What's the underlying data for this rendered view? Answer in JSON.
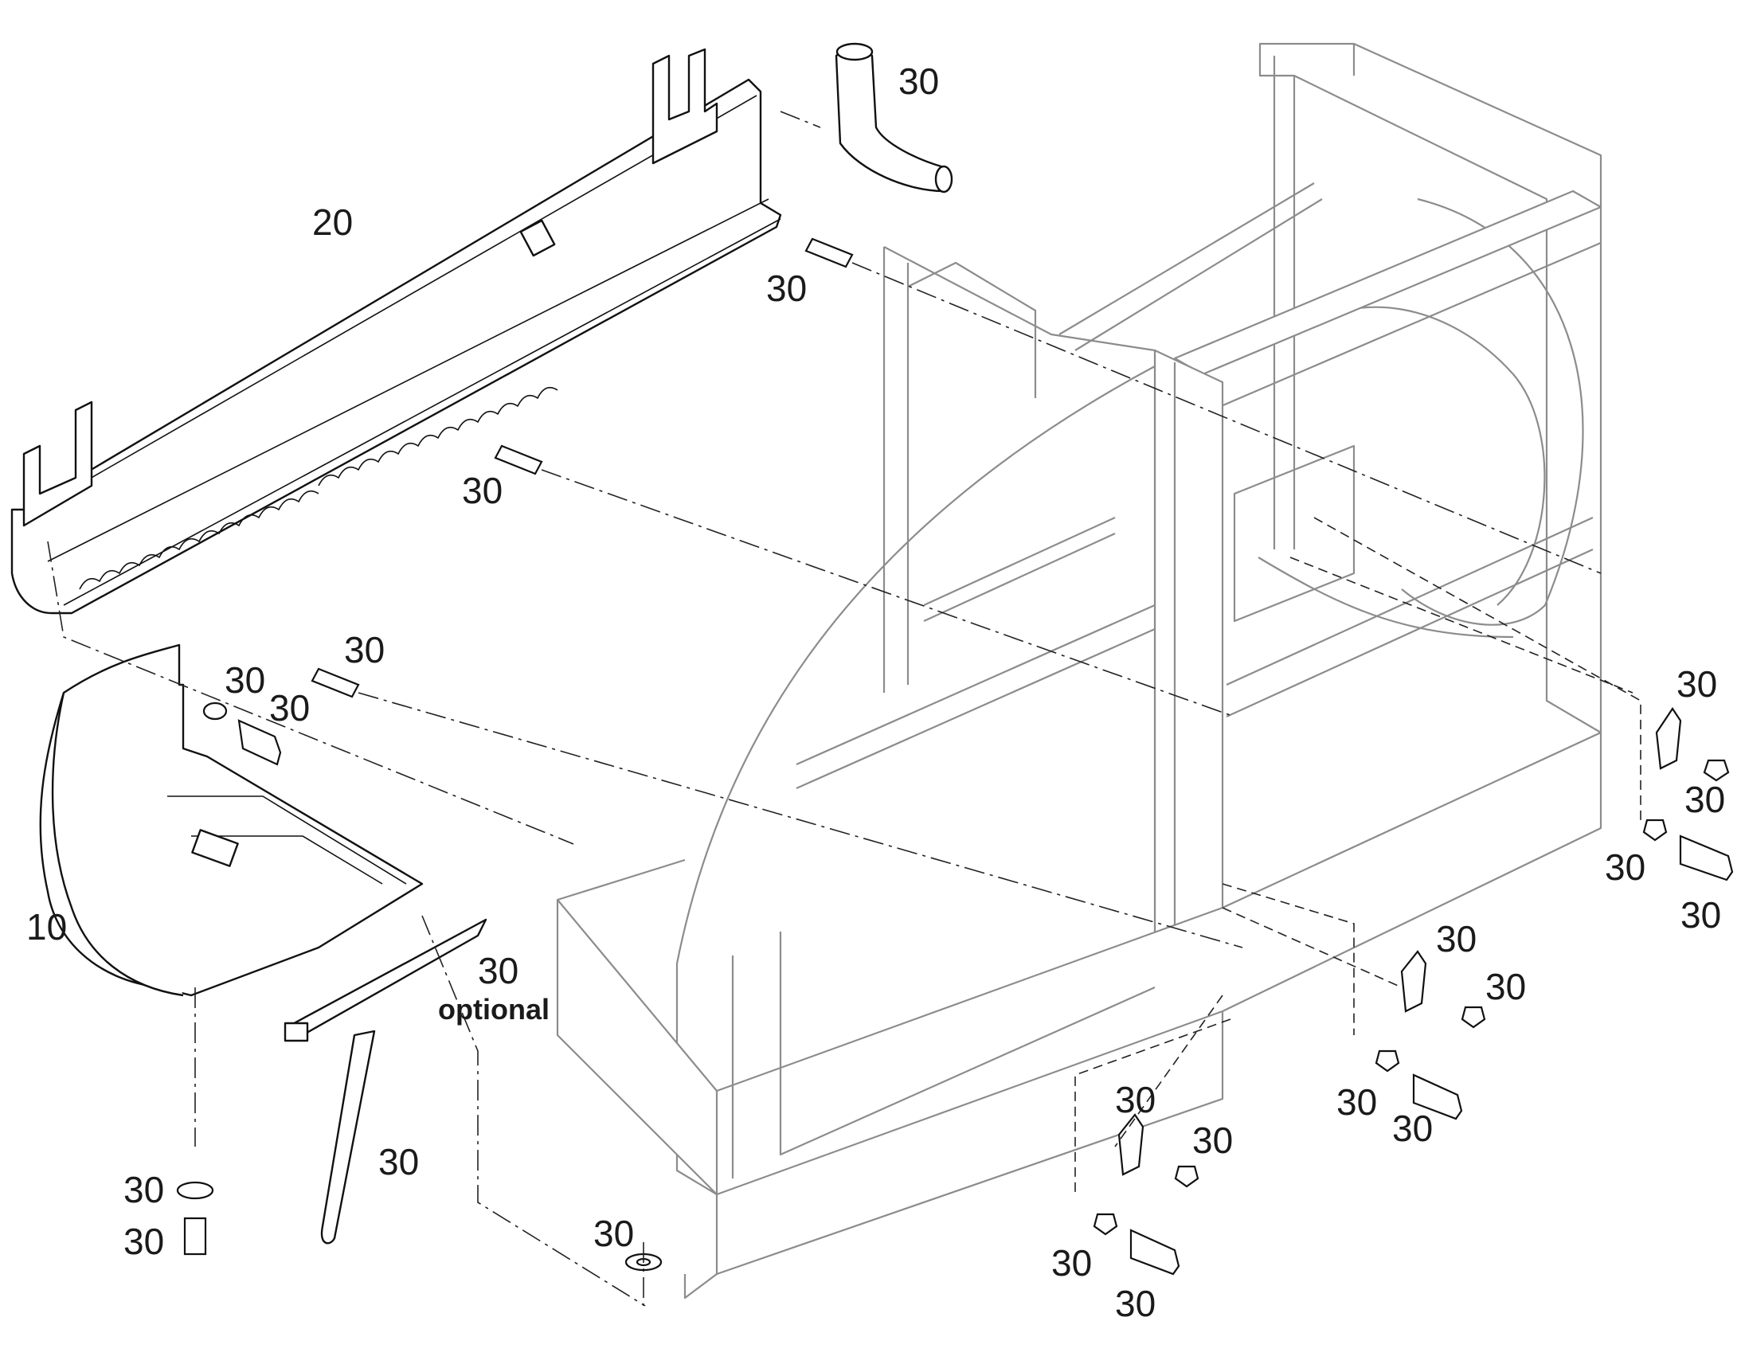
{
  "diagram": {
    "callouts": {
      "ref_10": "10",
      "ref_20": "20",
      "ref_30": "30",
      "optional": "optional"
    }
  }
}
